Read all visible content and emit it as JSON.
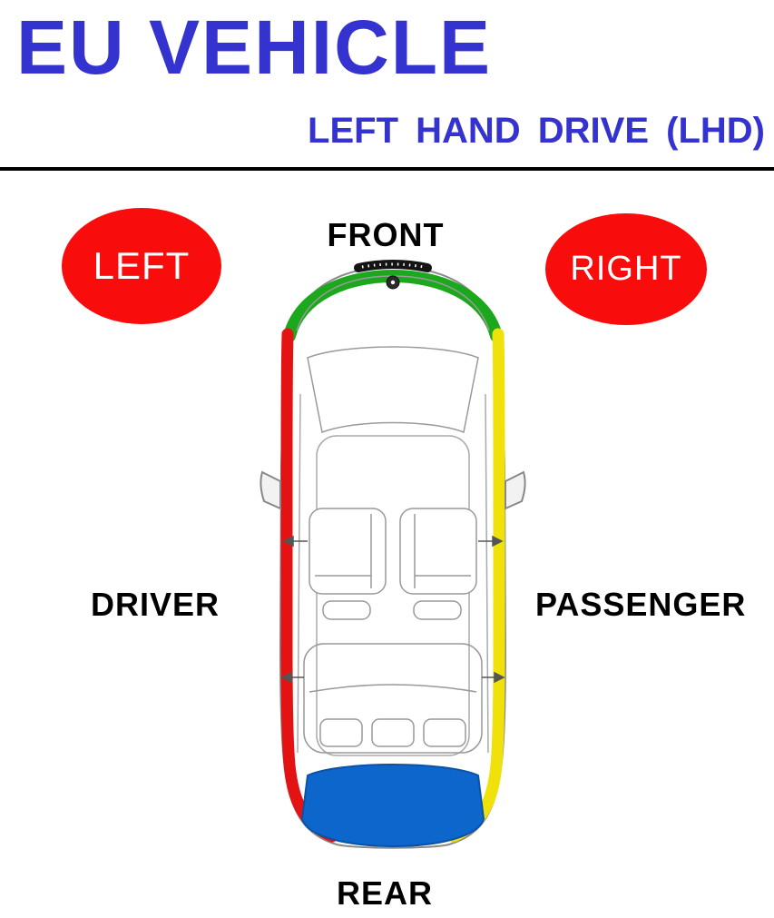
{
  "header": {
    "title": "EU VEHICLE",
    "subtitle": "LEFT HAND DRIVE (LHD)"
  },
  "labels": {
    "front": "FRONT",
    "rear": "REAR",
    "driver": "DRIVER",
    "passenger": "PASSENGER",
    "left_badge": "LEFT",
    "right_badge": "RIGHT"
  },
  "colors": {
    "heading_blue": "#3533d0",
    "badge_red": "#f80c0c",
    "front_band_green": "#1ca81c",
    "left_band_red": "#e41313",
    "right_band_yellow": "#f0e10a",
    "rear_panel_blue": "#0d66cc"
  },
  "diagram": {
    "type": "car-top-view",
    "drive_orientation": "LHD",
    "side_color_coding": {
      "front": "green",
      "left": "red",
      "right": "yellow",
      "rear": "blue"
    }
  }
}
